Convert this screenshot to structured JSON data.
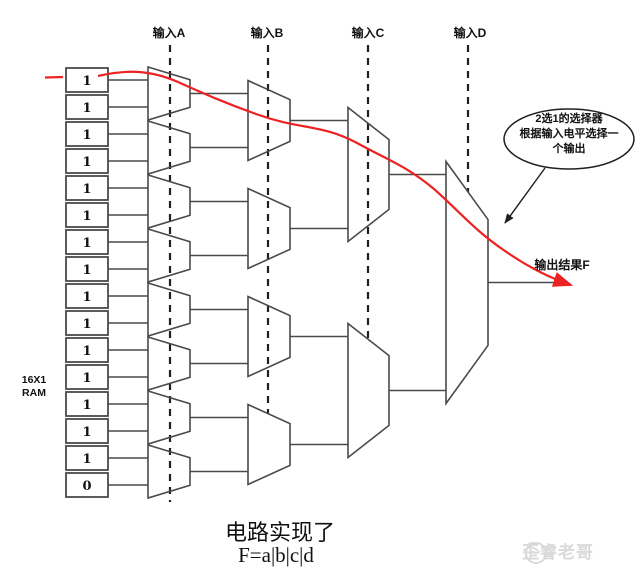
{
  "ram": {
    "label_line1": "16X1",
    "label_line2": "RAM",
    "values": [
      "1",
      "1",
      "1",
      "1",
      "1",
      "1",
      "1",
      "1",
      "1",
      "1",
      "1",
      "1",
      "1",
      "1",
      "1",
      "0"
    ]
  },
  "select_inputs": [
    {
      "label": "输入A"
    },
    {
      "label": "输入B"
    },
    {
      "label": "输入C"
    },
    {
      "label": "输入D"
    }
  ],
  "callout": {
    "lines": [
      "2选1的选择器",
      "根据输入电平选择一",
      "个输出"
    ]
  },
  "output": {
    "label": "输出结果F"
  },
  "caption": {
    "line1": "电路实现了",
    "line2": "F=a|b|c|d"
  },
  "watermark": {
    "text": "歪睿老哥"
  },
  "colors": {
    "line": "#4a4a4a",
    "select_dash": "#1f1f1f",
    "accent_red": "#ee2222",
    "watermark": "#d9d9d9",
    "cell_border": "#4a4a4a"
  }
}
